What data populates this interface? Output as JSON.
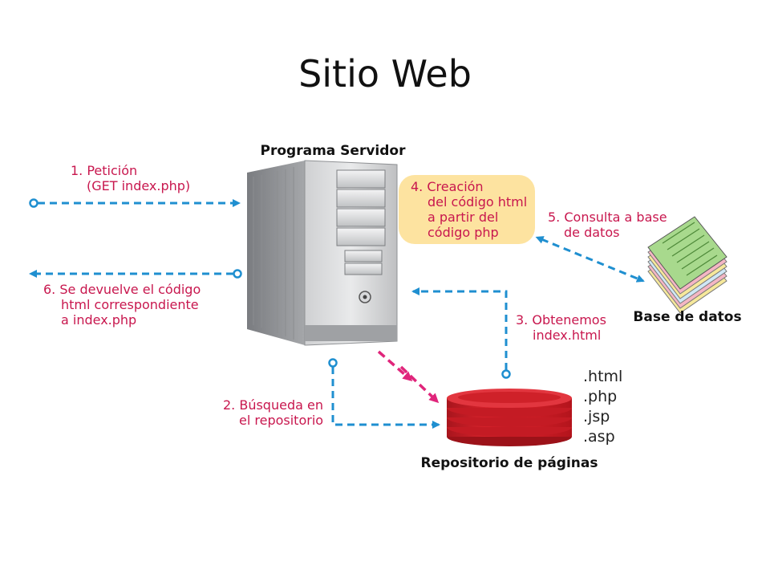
{
  "title": "Sitio Web",
  "nodes": {
    "server": "Programa Servidor",
    "database": "Base de datos",
    "repository": "Repositorio de páginas"
  },
  "steps": {
    "s1": [
      "1. Petición",
      "(GET index.php)"
    ],
    "s2": [
      "2. Búsqueda en",
      "el repositorio"
    ],
    "s3": [
      "3. Obtenemos",
      "index.html"
    ],
    "s4": [
      "4. Creación",
      "del código html",
      "a partir del",
      "código php"
    ],
    "s5": [
      "5. Consulta a base",
      "de datos"
    ],
    "s6": [
      "6. Se devuelve el código",
      "html correspondiente",
      "a index.php"
    ]
  },
  "extensions": [
    ".html",
    ".php",
    ".jsp",
    ".asp"
  ],
  "colors": {
    "arrow_blue": "#1f8fd0",
    "arrow_magenta": "#e0257b",
    "label_pink": "#c8174e",
    "note_fill": "#fde3a0",
    "repo_red": "#d8222b"
  }
}
